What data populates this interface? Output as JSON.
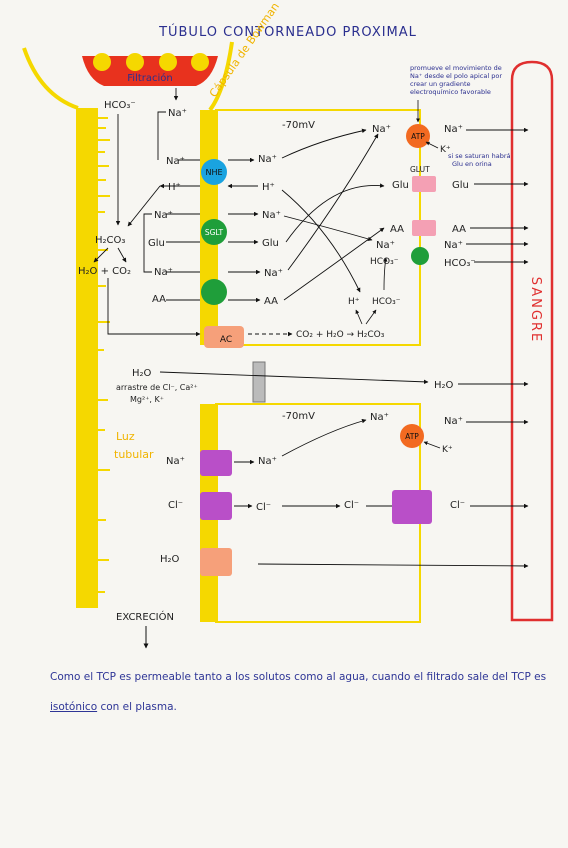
{
  "title": "TÚBULO CONTORNEADO PROXIMAL",
  "labels": {
    "filtracion": "Filtración",
    "capsula": "Cápsula de Bowman",
    "luz_tubular": "Luz tubular",
    "sangre": "SANGRE",
    "excrecion": "EXCRECIÓN",
    "mv_top": "-70mV",
    "mv_bottom": "-70mV",
    "promueve_note": [
      "promueve el movimiento de",
      "Na⁺ desde el polo apical por",
      "crear un gradiente",
      "electroquímico favorable"
    ],
    "glut_note": [
      "si se saturan habrá",
      "Glu en orina"
    ]
  },
  "species": {
    "hco3": "HCO₃⁻",
    "na": "Na⁺",
    "h": "H⁺",
    "k": "K⁺",
    "glu": "Glu",
    "aa": "AA",
    "h2co3": "H₂CO₃",
    "h2o_co2": "H₂O + CO₂",
    "co2_reaction": "CO₂ + H₂O → H₂CO₃",
    "h2o": "H₂O",
    "cl": "Cl⁻",
    "arrastre": [
      "arrastre de Cl⁻, Ca²⁺",
      "Mg²⁺, K⁺"
    ]
  },
  "transporters": {
    "nhe": "NHE",
    "sglt": "SGLT",
    "atp": "ATP",
    "glut": "GLUT",
    "ac": "AC"
  },
  "caption": {
    "part1": "Como el TCP es permeable tanto a los solutos como al agua, cuando el filtrado sale del TCP es ",
    "isotonico": "isotónico",
    "part2": " con el plasma."
  },
  "colors": {
    "yellow": "#f5d800",
    "red_capsule": "#e8321e",
    "blood_red": "#e02f2f",
    "nhe_blue": "#1aa3e0",
    "green": "#1f9e3a",
    "orange_ac": "#f6a07a",
    "atp_orange": "#f26a21",
    "pink": "#f4a0b4",
    "purple": "#b94fc8",
    "ink_blue": "#2e3596"
  }
}
